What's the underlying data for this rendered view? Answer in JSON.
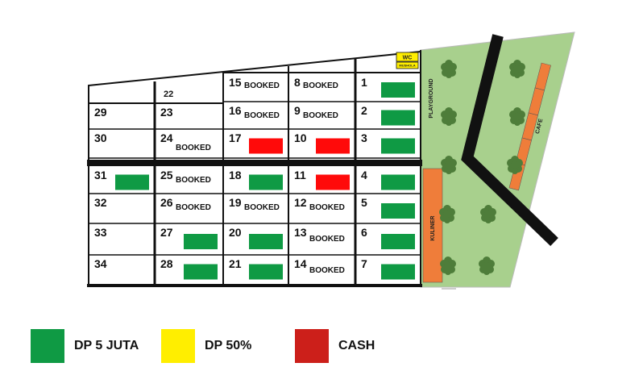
{
  "colors": {
    "dp5": "#0f9a44",
    "dp50": "#ffee00",
    "cash": "#ff0a0a",
    "legend_cash": "#cc1f1a",
    "park": "#a8d08d",
    "orange": "#ef7d3a",
    "tree": "#4e7d3a"
  },
  "facilities": {
    "wc": "WC",
    "mushola": "MUSHOLA",
    "playground": "PLAYGROUND",
    "kuliner": "KULINER",
    "cafe": "CAFE"
  },
  "booked_text": "BOOKED",
  "lots": [
    {
      "num": "1",
      "status": "dp5"
    },
    {
      "num": "2",
      "status": "dp5"
    },
    {
      "num": "3",
      "status": "dp5"
    },
    {
      "num": "4",
      "status": "dp5"
    },
    {
      "num": "5",
      "status": "dp5"
    },
    {
      "num": "6",
      "status": "dp5"
    },
    {
      "num": "7",
      "status": "dp5"
    },
    {
      "num": "8",
      "status": "booked"
    },
    {
      "num": "9",
      "status": "booked"
    },
    {
      "num": "10",
      "status": "cash"
    },
    {
      "num": "11",
      "status": "cash"
    },
    {
      "num": "12",
      "status": "booked"
    },
    {
      "num": "13",
      "status": "booked"
    },
    {
      "num": "14",
      "status": "booked"
    },
    {
      "num": "15",
      "status": "booked"
    },
    {
      "num": "16",
      "status": "booked"
    },
    {
      "num": "17",
      "status": "cash"
    },
    {
      "num": "18",
      "status": "dp5"
    },
    {
      "num": "19",
      "status": "booked"
    },
    {
      "num": "20",
      "status": "dp5"
    },
    {
      "num": "21",
      "status": "dp5"
    },
    {
      "num": "22",
      "status": "none"
    },
    {
      "num": "23",
      "status": "none"
    },
    {
      "num": "24",
      "status": "booked"
    },
    {
      "num": "25",
      "status": "booked"
    },
    {
      "num": "26",
      "status": "booked"
    },
    {
      "num": "27",
      "status": "dp5"
    },
    {
      "num": "28",
      "status": "dp5"
    },
    {
      "num": "29",
      "status": "none"
    },
    {
      "num": "30",
      "status": "none"
    },
    {
      "num": "31",
      "status": "dp5"
    },
    {
      "num": "32",
      "status": "none"
    },
    {
      "num": "33",
      "status": "none"
    },
    {
      "num": "34",
      "status": "none"
    }
  ],
  "legend": {
    "dp5": "DP 5 JUTA",
    "dp50": "DP 50%",
    "cash": "CASH"
  }
}
